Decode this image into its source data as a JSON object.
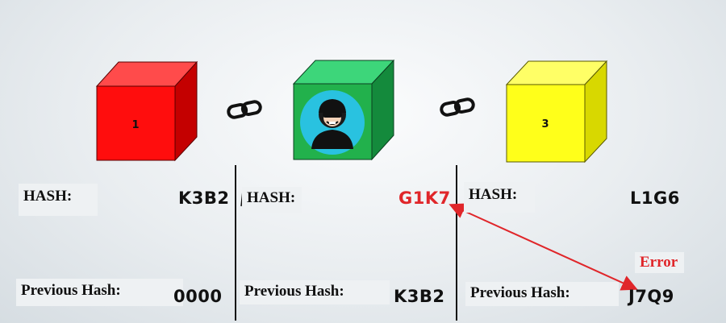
{
  "blocks": [
    {
      "number": "1",
      "color": "#ff1a1a",
      "hash_label": "HASH:",
      "hash_value": "K3B2",
      "prev_label": "Previous Hash:",
      "prev_value": "0000"
    },
    {
      "number": "",
      "color": "#22b14c",
      "icon": "hacker-icon",
      "hash_label": "HASH:",
      "hash_value": "G1K7",
      "hash_value_color": "#e0262a",
      "prev_label": "Previous Hash:",
      "prev_value": "K3B2"
    },
    {
      "number": "3",
      "color": "#ffff1a",
      "hash_label": "HASH:",
      "hash_value": "L1G6",
      "prev_label": "Previous Hash:",
      "prev_value": "J7Q9"
    }
  ],
  "link_icon": "chain-link-icon",
  "error": {
    "label": "Error",
    "color": "#e0262a"
  }
}
